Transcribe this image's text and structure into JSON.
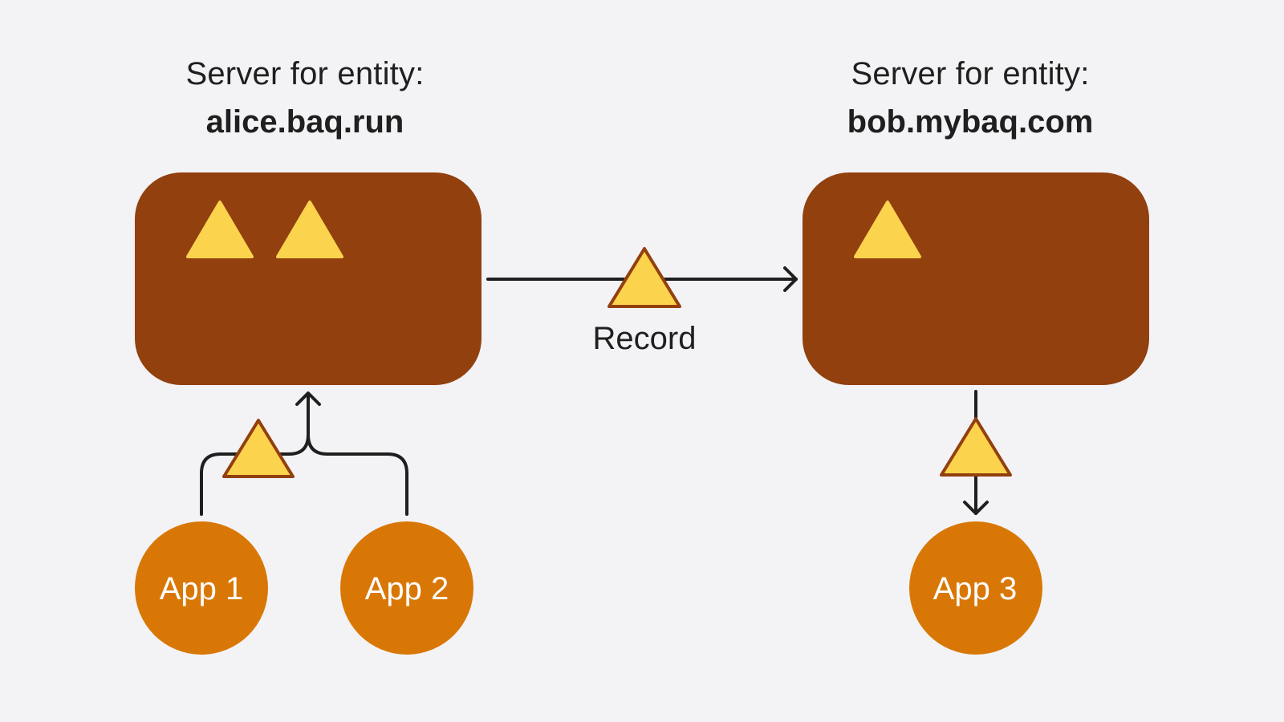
{
  "servers": [
    {
      "caption": "Server for entity:",
      "entity": "alice.baq.run"
    },
    {
      "caption": "Server for entity:",
      "entity": "bob.mybaq.com"
    }
  ],
  "edge_label": "Record",
  "apps": [
    {
      "label": "App 1"
    },
    {
      "label": "App 2"
    },
    {
      "label": "App 3"
    }
  ],
  "colors": {
    "background": "#f3f3f6",
    "server_fill": "#91400e",
    "app_fill": "#d97706",
    "record_fill": "#fcd34d",
    "record_stroke": "#92400e",
    "line": "#1f1f1f"
  }
}
